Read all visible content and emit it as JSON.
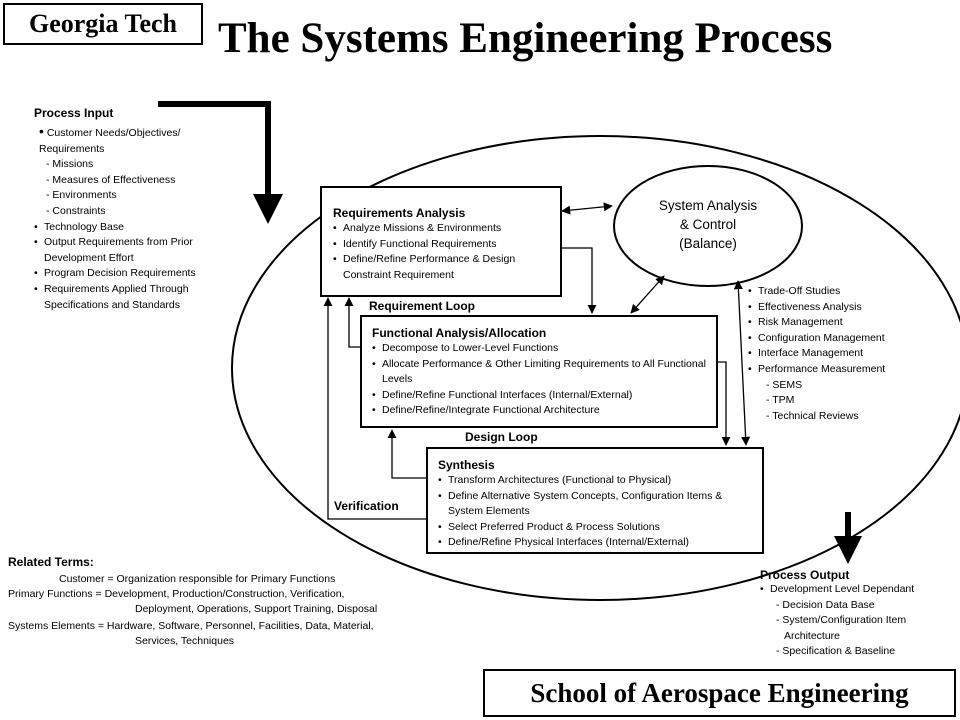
{
  "header": {
    "logo_text": "Georgia Tech",
    "title": "The Systems Engineering Process"
  },
  "footer": {
    "school": "School of Aerospace Engineering"
  },
  "process_input": {
    "heading": "Process Input",
    "main_item": "Customer Needs/Objectives/ Requirements",
    "sub_items": [
      "Missions",
      "Measures of Effectiveness",
      "Environments",
      "Constraints"
    ],
    "items": [
      "Technology Base",
      "Output Requirements from Prior Development Effort",
      "Program Decision Requirements",
      "Requirements Applied Through Specifications and Standards"
    ]
  },
  "requirements_analysis": {
    "title": "Requirements Analysis",
    "items": [
      "Analyze Missions & Environments",
      "Identify Functional Requirements",
      "Define/Refine Performance & Design Constraint Requirement"
    ]
  },
  "system_analysis": {
    "line1": "System Analysis",
    "line2": "& Control",
    "line3": "(Balance)",
    "items": [
      "Trade-Off Studies",
      "Effectiveness Analysis",
      "Risk Management",
      "Configuration Management",
      "Interface Management",
      "Performance Measurement"
    ],
    "sub_items": [
      "SEMS",
      "TPM",
      "Technical  Reviews"
    ]
  },
  "requirement_loop_label": "Requirement Loop",
  "functional_analysis": {
    "title": "Functional Analysis/Allocation",
    "items": [
      "Decompose to Lower-Level Functions",
      "Allocate Performance & Other Limiting Requirements to All Functional Levels",
      "Define/Refine Functional Interfaces (Internal/External)",
      "Define/Refine/Integrate Functional Architecture"
    ]
  },
  "design_loop_label": "Design Loop",
  "synthesis": {
    "title": "Synthesis",
    "items": [
      "Transform Architectures (Functional to Physical)",
      "Define Alternative System Concepts, Configuration Items & System Elements",
      "Select Preferred Product & Process Solutions",
      "Define/Refine Physical Interfaces (Internal/External)"
    ]
  },
  "verification_label": "Verification",
  "process_output": {
    "heading": "Process Output",
    "item": "Development Level Dependant",
    "sub_items": [
      "Decision Data Base",
      "System/Configuration Item Architecture",
      "Specification & Baseline"
    ]
  },
  "related_terms": {
    "heading": "Related Terms:",
    "line1": "Customer = Organization responsible for Primary Functions",
    "line2": "Primary Functions = Development, Production/Construction, Verification,",
    "line3": "Deployment, Operations, Support Training, Disposal",
    "line4": "Systems Elements = Hardware,  Software, Personnel, Facilities, Data, Material,",
    "line5": "Services, Techniques"
  }
}
